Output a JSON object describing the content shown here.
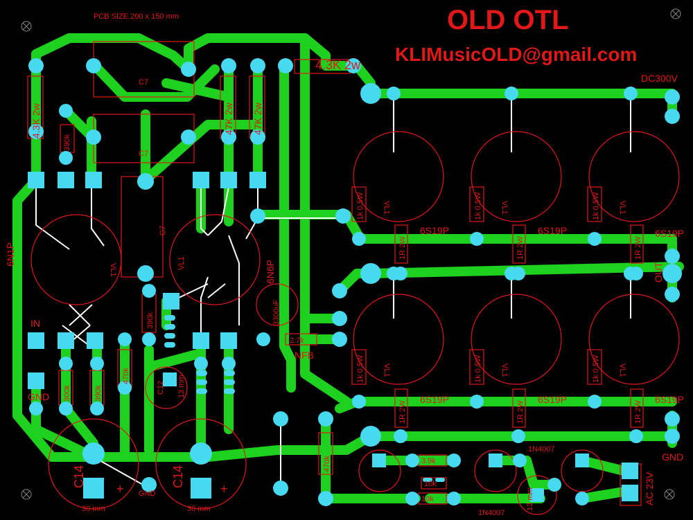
{
  "board": {
    "size_note": "PCB SIZE 200 x 150 mm",
    "title": "OLD OTL",
    "email": "KLIMusicOLD@gmail.com",
    "supply_label": "DC300V",
    "out_label": "OUT",
    "gnd_label_right": "GND",
    "ac_label": "AC 23V",
    "in_label": "IN",
    "gnd_label_left": "GND",
    "gnd_label_bottom": "GND",
    "nfb_label": "NFB"
  },
  "colors": {
    "background": "#000000",
    "trace": "#1fd11f",
    "pad": "#46d9f0",
    "silk": "#e01818",
    "jumper": "#ffffff"
  },
  "components": {
    "r_4k3_left": "4.3K 2w",
    "r_4k3_top": "4.3K 2w",
    "r_47k_a": "47K 2w",
    "r_47k_b": "47K 2w",
    "r_390k_top": "390k",
    "r_390k_mid": "390k",
    "r_390k_bottom": "390k",
    "r_300k": "300k",
    "r_470k_left": "470k",
    "r_470k_right": "470k",
    "r_2k7": "2.7k",
    "c7_top": "C7",
    "c7_mid": "C7",
    "c7_vert": "C7",
    "cap_3300": "3300uF",
    "c14_left": "C14",
    "c14_right": "C14",
    "c12": "C12",
    "dia_30mm_left": "30 mm",
    "dia_30mm_right": "30 mm",
    "dia_13mm": "13 mm",
    "tube_6n1p": "6N1P",
    "tube_6n6p": "6N6P",
    "tube_vl1": "VL1",
    "tube_6s19p": "6S19P",
    "r_1k_05w": "1k 0.5W",
    "r_1r_2w": "1R 2W",
    "r_3k9": "3.9k",
    "r_10k_a": "10k",
    "r_10k_b": "10k",
    "diode": "1N4007",
    "plus": "+"
  }
}
